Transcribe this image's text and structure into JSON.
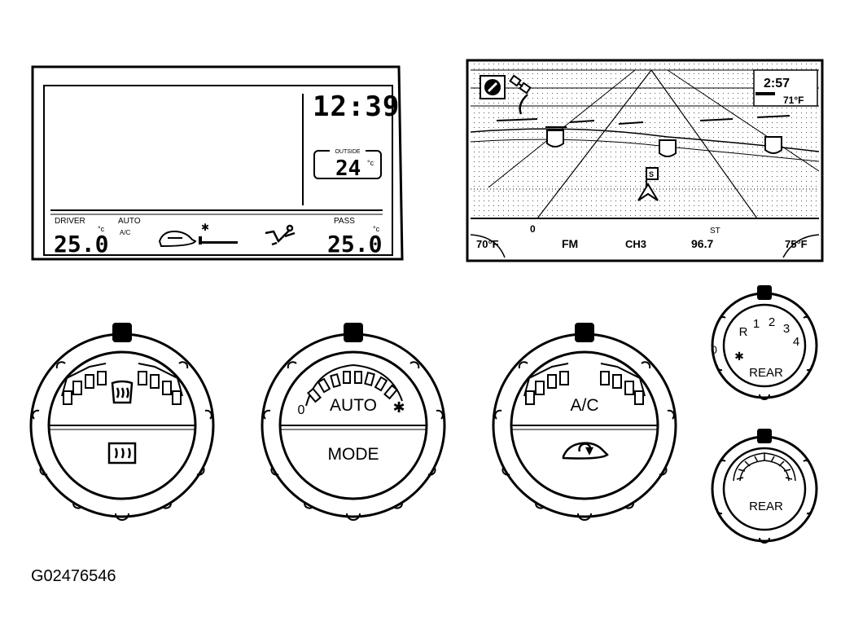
{
  "figure_id": "G02476546",
  "climate_display": {
    "clock": "12:39",
    "outside_label": "OUTSIDE",
    "outside_temp": "24",
    "outside_unit": "°c",
    "driver_label": "DRIVER",
    "driver_temp": "25.0",
    "driver_unit": "°c",
    "pass_label": "PASS",
    "pass_temp": "25.0",
    "pass_unit": "°c",
    "auto_label": "AUTO",
    "ac_label": "A/C"
  },
  "nav_display": {
    "clock": "2:57",
    "outside_temp": "71°F",
    "driver_temp": "70°F",
    "pass_temp": "75°F",
    "band": "FM",
    "channel": "CH3",
    "frequency": "96.7",
    "stereo": "ST",
    "preset": "0",
    "flag_label": "S"
  },
  "knobs": {
    "defrost": {
      "name": "defrost-knob"
    },
    "auto_mode": {
      "top_label": "AUTO",
      "bottom_label": "MODE",
      "zero_label": "0"
    },
    "ac": {
      "top_label": "A/C"
    },
    "rear_fan": {
      "label": "REAR",
      "scale": [
        "R",
        "1",
        "2",
        "3",
        "4"
      ],
      "zero_label": "0"
    },
    "rear_temp": {
      "label": "REAR"
    }
  }
}
